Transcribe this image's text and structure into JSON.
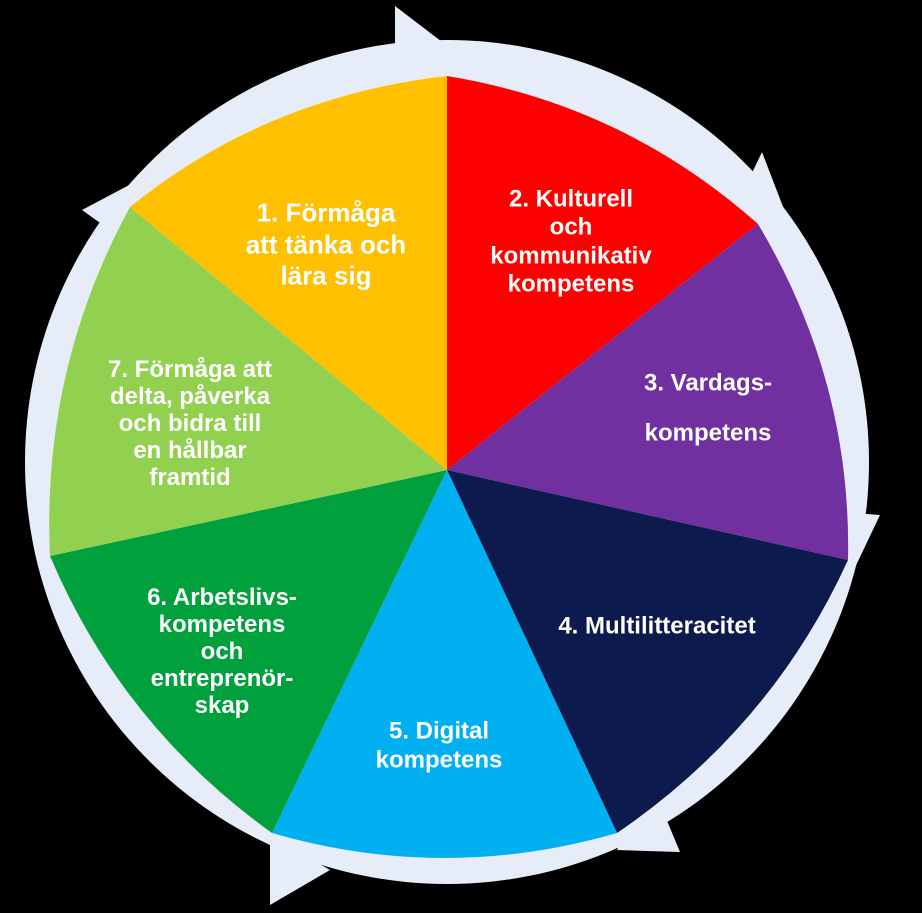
{
  "diagram": {
    "ring_color": "#e6edf8",
    "background_color": "#000000",
    "segments": [
      {
        "label": "1. Förmåga\natt tänka och\nlära sig",
        "color": "#ff0000"
      },
      {
        "label": "2. Kulturell\noch\nkommunikativ\nkompetens",
        "color": "#7030a0"
      },
      {
        "label": "3. Vardags-\nkompetens",
        "color": "#0c1a4e"
      },
      {
        "label": "4. Multilitteracitet",
        "color": "#00b0f0"
      },
      {
        "label": "5. Digital\nkompetens",
        "color": "#00a03c"
      },
      {
        "label": "6. Arbetslivs-\nkompetens\noch\nentreprenör-\nskap",
        "color": "#92d050"
      },
      {
        "label": "7. Förmåga att\ndelta, påverka\noch bidra till\nen hållbar\nframtid",
        "color": "#ffc000"
      }
    ]
  }
}
